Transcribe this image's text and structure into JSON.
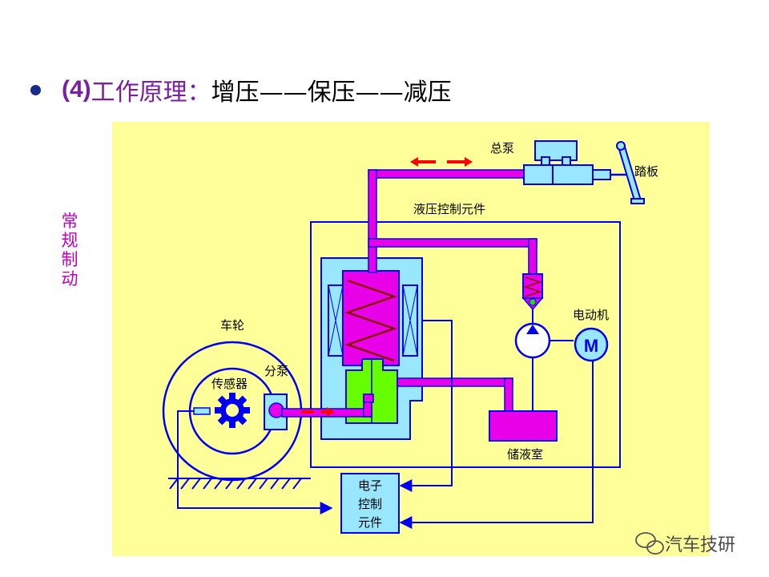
{
  "title": {
    "prefix": "(4)",
    "part1": "工作原理：",
    "part2": "增压——保压——减压"
  },
  "side_label": "常规制动",
  "labels": {
    "master_cylinder": "总泵",
    "pedal": "踏板",
    "hydraulic_unit": "液压控制元件",
    "wheel": "车轮",
    "sensor": "传感器",
    "wheel_cylinder": "分泵",
    "motor": "电动机",
    "motor_symbol": "M",
    "reservoir": "储液室",
    "ecu_line1": "电子",
    "ecu_line2": "控制",
    "ecu_line3": "元件"
  },
  "watermark": "汽车技研",
  "colors": {
    "panel_bg": "#FFFF99",
    "line_blue": "#0000EE",
    "fluid_magenta": "#E800E8",
    "unit_cyan": "#99E6FF",
    "piston_green": "#66FF00",
    "flow_arrow_red": "#FF0000",
    "title_purple": "#7A1FA2",
    "side_label_magenta": "#C000C0"
  }
}
